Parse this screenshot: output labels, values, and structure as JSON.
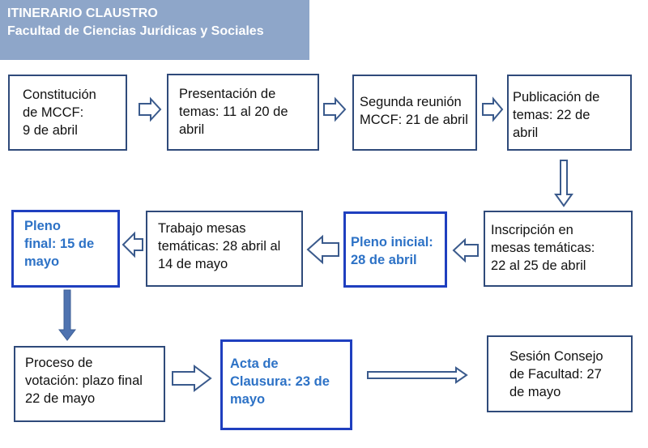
{
  "header": {
    "line1": "ITINERARIO CLAUSTRO",
    "line2": "Facultad de Ciencias Jurídicas y Sociales"
  },
  "steps": {
    "constitucion": "Constitución\n de MCCF:\n9 de abril",
    "presentacion": "Presentación de\ntemas: 11 al 20 de\nabril",
    "segunda": "Segunda reunión\nMCCF:  21 de abril",
    "publicacion": "Publicación de\ntemas: 22 de\nabril",
    "inscripcion": "Inscripción en\nmesas temáticas:\n22 al 25 de abril",
    "pleno_inicial": "Pleno inicial:\n28 de abril",
    "trabajo": "Trabajo mesas\ntemáticas: 28 abril al\n14 de mayo",
    "pleno_final": "Pleno\nfinal: 15 de\nmayo",
    "votacion": "Proceso de\nvotación: plazo final\n22 de mayo",
    "acta": "Acta de\nClausura: 23 de\nmayo",
    "sesion": "Sesión Consejo\nde Facultad: 27\nde mayo"
  },
  "colors": {
    "header_bg": "#8ea6c9",
    "box_border": "#2f4a7a",
    "highlight_border": "#1f3fbf",
    "highlight_text": "#2d72c6",
    "arrow": "#3a5a8c"
  }
}
